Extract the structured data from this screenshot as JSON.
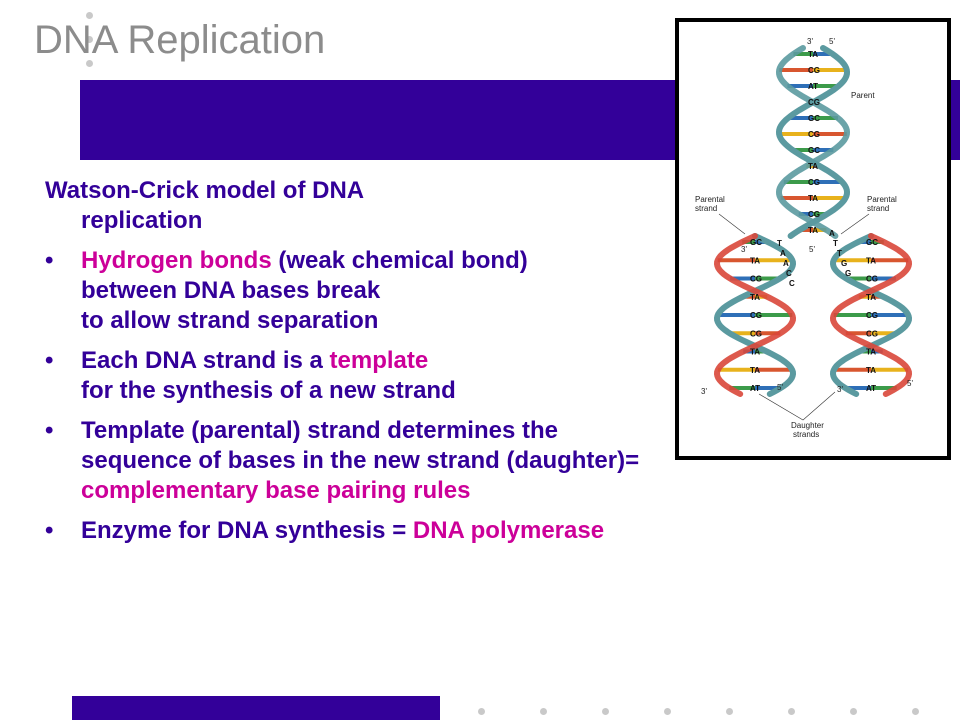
{
  "slide": {
    "title": "DNA Replication",
    "intro_line1": "Watson-Crick model of DNA",
    "intro_line2": "replication",
    "bullet_mark": "•",
    "bullets": [
      {
        "hl": "Hydrogen bonds",
        "rest1": " (weak chemical bond)",
        "line2": "between DNA bases break",
        "line3": "to allow strand separation"
      },
      {
        "pre": "Each DNA strand is a ",
        "hl": "template",
        "line2": "for the synthesis of a new strand"
      },
      {
        "line1": "Template (parental) strand determines the",
        "line2": "sequence of bases in the new strand  (daughter)=",
        "hl": "complementary base pairing rules"
      },
      {
        "pre": "Enzyme for DNA synthesis = ",
        "hl": "DNA polymerase"
      }
    ]
  },
  "figure": {
    "labels": {
      "parent": "Parent",
      "parental_strand": "Parental",
      "strand": "strand",
      "daughter": "Daughter",
      "strands": "strands",
      "three_prime": "3'",
      "five_prime": "5'"
    },
    "top_pairs": [
      "TA",
      "CG",
      "AT",
      "CG",
      "GC",
      "CG",
      "GC",
      "TA",
      "CG",
      "TA",
      "CG",
      "TA"
    ],
    "fork_left": [
      "T",
      "A",
      "A",
      "C",
      "C"
    ],
    "fork_right": [
      "A",
      "T",
      "T",
      "G",
      "G"
    ],
    "left_daughter_pairs": [
      "GC",
      "TA",
      "CG",
      "TA",
      "CG",
      "CG",
      "TA",
      "TA",
      "AT"
    ],
    "right_daughter_pairs": [
      "GC",
      "TA",
      "CG",
      "TA",
      "CG",
      "CG",
      "TA",
      "TA",
      "AT"
    ]
  },
  "colors": {
    "accent_purple": "#330099",
    "highlight_magenta": "#cc0099",
    "title_gray": "#8c8c8c",
    "backbone_teal": "#5b9aa0",
    "daughter_red": "#d9473a"
  }
}
